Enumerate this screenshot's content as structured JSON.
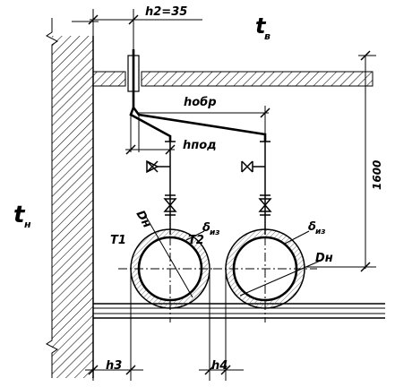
{
  "labels": {
    "h2": "h2=35",
    "t_e_main": "t",
    "t_e_sub": "в",
    "t_n_main": "t",
    "t_n_sub": "н",
    "h_obr": "hобр",
    "h_pod": "hпод",
    "height_1600": "1600",
    "dn_left": "Dн",
    "dn_right": "Dн",
    "t1": "T1",
    "t2": "T2",
    "delta_iz_left_main": "δ",
    "delta_iz_left_sub": "из",
    "delta_iz_right_main": "δ",
    "delta_iz_right_sub": "из",
    "h3": "h3",
    "h4": "h4"
  }
}
